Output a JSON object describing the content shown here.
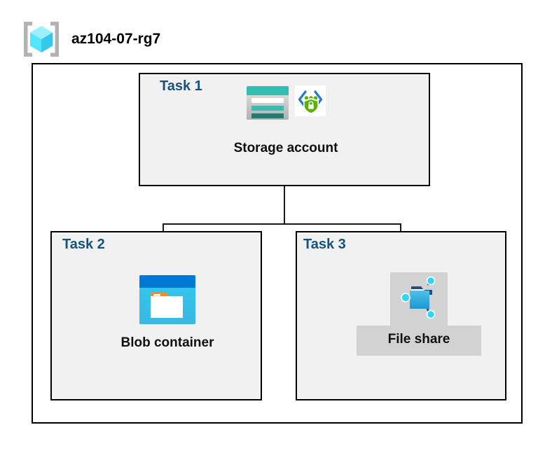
{
  "header": {
    "icon": "azure-resource-group-icon",
    "title": "az104-07-rg7"
  },
  "diagram": {
    "type": "azure-architecture-diagram",
    "container_label": "resource-group",
    "colors": {
      "task_title": "#15537e",
      "box_fill": "#f1f1f1",
      "box_border": "#000000",
      "connector": "#1a1a1a",
      "highlight": "#d2d2d2",
      "storage_teal": "#32bfb0",
      "storage_teal_dark": "#217c72",
      "blob_blue": "#0078d4",
      "blob_cyan": "#32c8f0",
      "blob_orange": "#f28c28",
      "shield_green": "#5ab300",
      "cube_cyan": "#50e6ff"
    },
    "tasks": [
      {
        "id": "task1",
        "title": "Task 1",
        "node_label": "Storage account",
        "icons": [
          "storage-account-icon",
          "secure-connection-icon"
        ],
        "highlighted": false
      },
      {
        "id": "task2",
        "title": "Task 2",
        "node_label": "Blob container",
        "icons": [
          "blob-container-icon"
        ],
        "highlighted": false
      },
      {
        "id": "task3",
        "title": "Task 3",
        "node_label": "File share",
        "icons": [
          "file-share-icon"
        ],
        "highlighted": true
      }
    ],
    "connections": [
      {
        "from": "task1",
        "to": "task2"
      },
      {
        "from": "task1",
        "to": "task3"
      }
    ]
  }
}
